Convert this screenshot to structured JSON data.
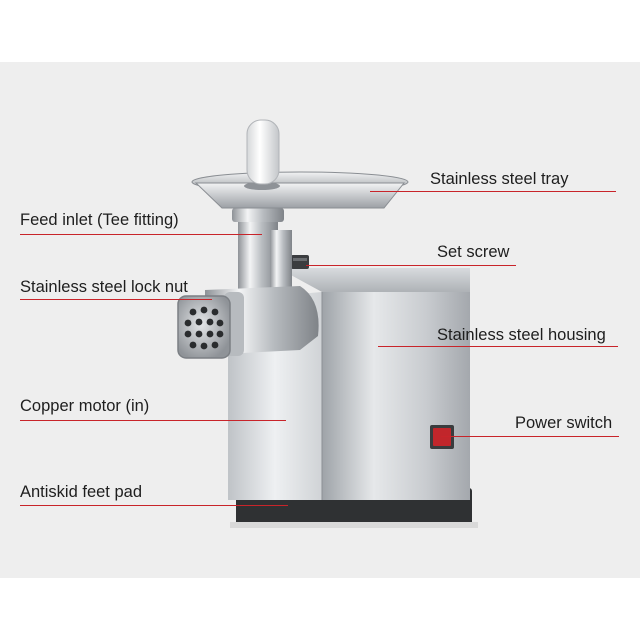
{
  "labels": {
    "tray": "Stainless steel tray",
    "feed_inlet": "Feed inlet (Tee fitting)",
    "set_screw": "Set screw",
    "lock_nut": "Stainless steel lock nut",
    "housing": "Stainless steel housing",
    "motor": "Copper motor (in)",
    "switch": "Power switch",
    "feet": "Antiskid feet pad"
  },
  "colors": {
    "leader_line": "#c8242a",
    "background_panel": "#eeeeee",
    "switch_red": "#c1262b"
  }
}
